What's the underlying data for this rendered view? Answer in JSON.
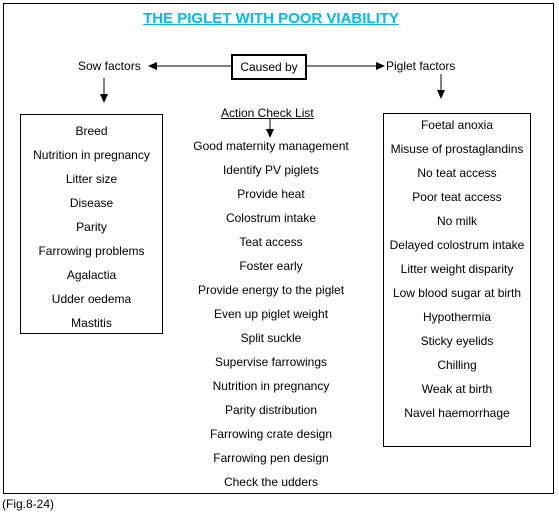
{
  "title": "THE PIGLET WITH POOR VIABILITY",
  "caused_by": "Caused by",
  "sow_factors": {
    "label": "Sow factors",
    "items": [
      "Breed",
      "Nutrition in pregnancy",
      "Litter size",
      "Disease",
      "Parity",
      "Farrowing problems",
      "Agalactia",
      "Udder oedema",
      "Mastitis"
    ]
  },
  "piglet_factors": {
    "label": "Piglet factors",
    "items": [
      "Foetal anoxia",
      "Misuse of prostaglandins",
      "No teat access",
      "Poor teat access",
      "No milk",
      "Delayed colostrum intake",
      "Litter weight disparity",
      "Low blood sugar at birth",
      "Hypothermia",
      "Sticky eyelids",
      "Chilling",
      "Weak at birth",
      "Navel haemorrhage"
    ]
  },
  "action_check_list": {
    "label": "Action Check List",
    "items": [
      "Good maternity management",
      "Identify PV piglets",
      "Provide heat",
      "Colostrum intake",
      "Teat access",
      "Foster early",
      "Provide energy to the piglet",
      "Even up piglet weight",
      "Split suckle",
      "Supervise farrowings",
      "Nutrition in pregnancy",
      "Parity distribution",
      "Farrowing crate design",
      "Farrowing pen design",
      "Check the udders"
    ]
  },
  "caption": "(Fig.8-24)"
}
